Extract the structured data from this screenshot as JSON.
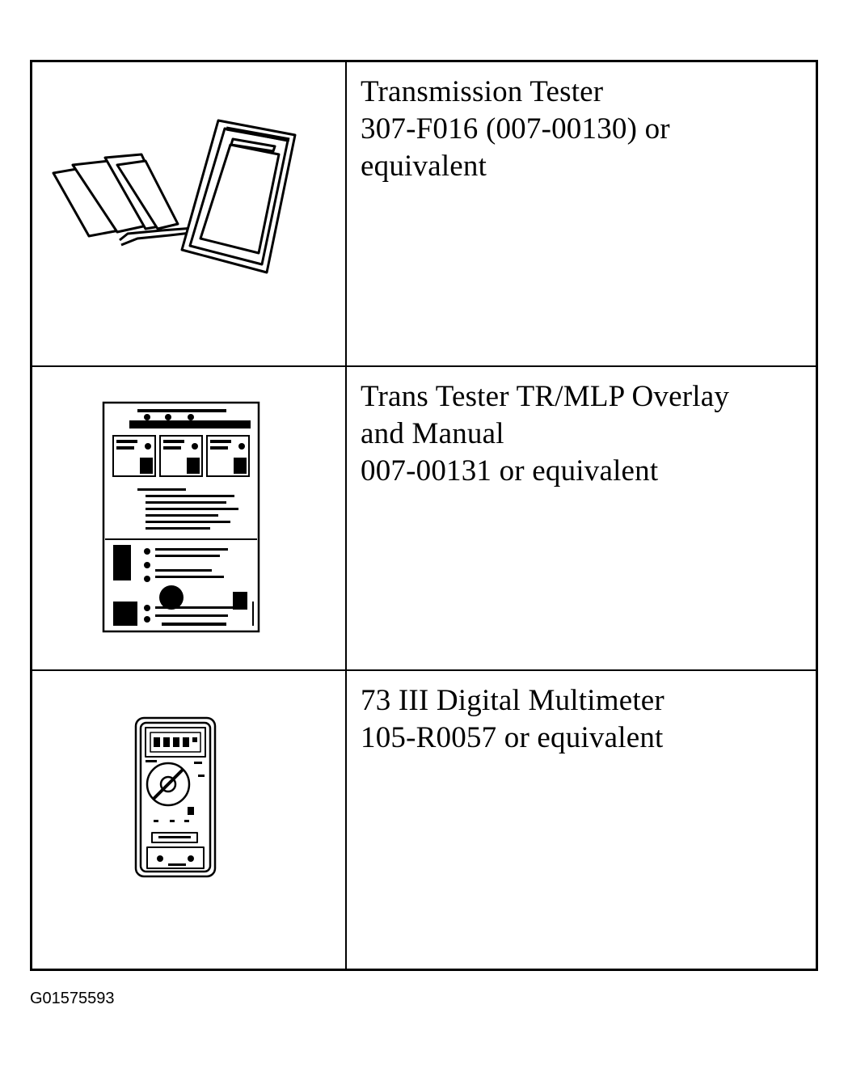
{
  "tools": [
    {
      "icon": "transmission-tester-illustration",
      "lines": [
        "Transmission Tester",
        "307-F016 (007-00130) or",
        "equivalent"
      ]
    },
    {
      "icon": "overlay-manual-illustration",
      "lines": [
        "Trans Tester TR/MLP Overlay",
        "and Manual",
        "007-00131 or equivalent"
      ]
    },
    {
      "icon": "digital-multimeter-illustration",
      "lines": [
        "73 III Digital Multimeter",
        "105-R0057 or equivalent"
      ]
    }
  ],
  "figure_id": "G01575593"
}
